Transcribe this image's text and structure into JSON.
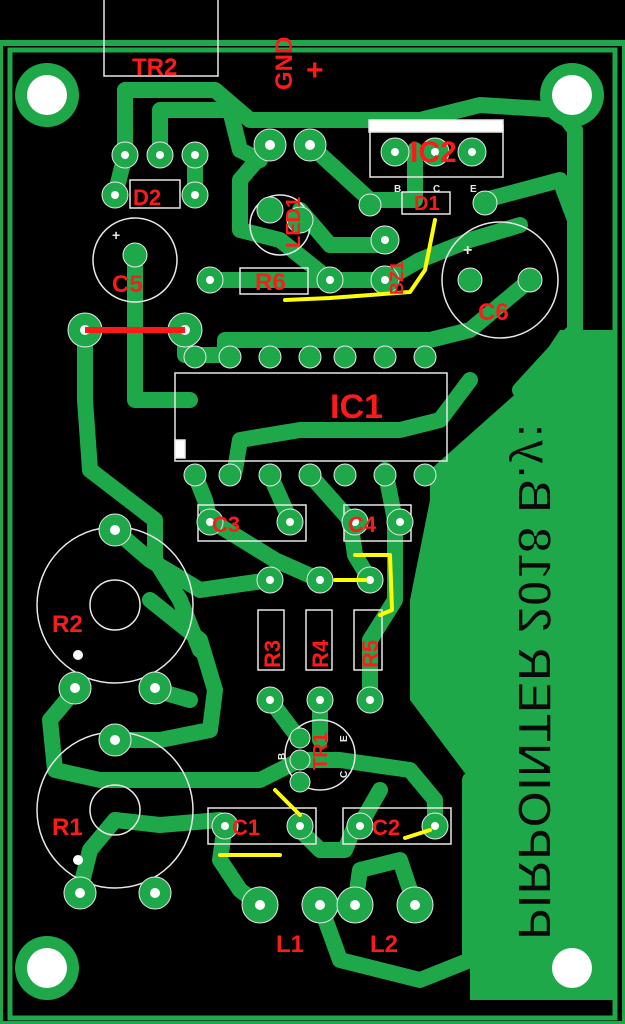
{
  "board": {
    "mirror_text": "PIRPOINTER 2018 B.y:",
    "colors": {
      "background": "#000000",
      "copper": "#1fa84a",
      "label": "#ff1a1a",
      "silk": "#e8e8e8",
      "jumper": "#ff1a1a",
      "wire": "#ffff00"
    }
  },
  "labels": {
    "tr2": "TR2",
    "gnd": "GND",
    "plus": "+",
    "ic2": "IC2",
    "d2": "D2",
    "led1": "LED1",
    "d1": "D1",
    "bc1": "B",
    "bc2": "C",
    "bc3": "E",
    "bz1": "BZ1",
    "c5": "C5",
    "c5_plus": "+",
    "r6": "R6",
    "c6": "C6",
    "c6_plus": "+",
    "ic1": "IC1",
    "c3": "C3",
    "c4": "C4",
    "r2": "R2",
    "r3": "R3",
    "r4": "R4",
    "r5": "R5",
    "tr1": "TR1",
    "tr1_b": "B",
    "tr1_c": "C",
    "tr1_e": "E",
    "r1": "R1",
    "c1": "C1",
    "c2": "C2",
    "l1": "L1",
    "l2": "L2"
  }
}
